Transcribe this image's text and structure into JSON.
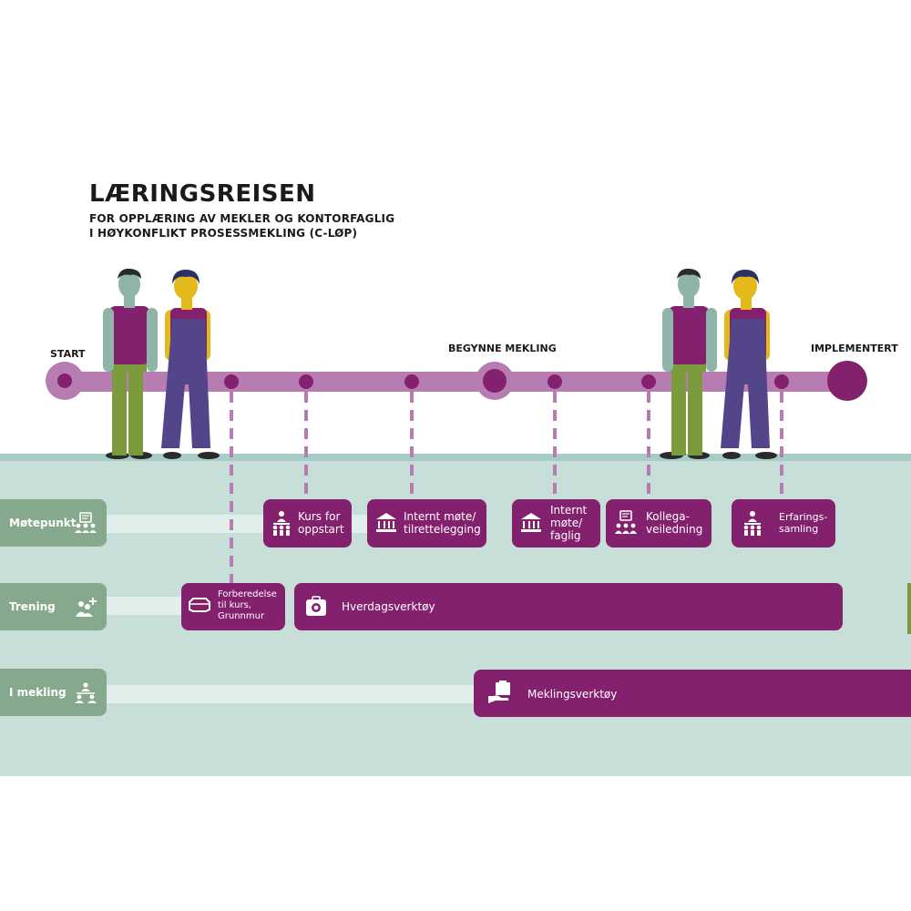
{
  "title": "LÆRINGSREISEN",
  "subtitle_line1": "FOR OPPLÆRING AV MEKLER OG KONTORFAGLIG",
  "subtitle_line2": "I HØYKONFLIKT PROSESSMEKLING (C-LØP)",
  "milestones": {
    "start": "START",
    "begynne": "BEGYNNE MEKLING",
    "implementert": "IMPLEMENTERT"
  },
  "lanes": {
    "motepunkt": "Møtepunkt",
    "trening": "Trening",
    "i_mekling": "I mekling"
  },
  "cards": {
    "kurs_for_oppstart": [
      "Kurs for",
      "oppstart"
    ],
    "internt_mote_tilrettelegging": [
      "Internt møte/",
      "tilrettelegging"
    ],
    "internt_mote_faglig": [
      "Internt",
      "møte/",
      "faglig"
    ],
    "kollegaveiledning": [
      "Kollega-",
      "veiledning"
    ],
    "erfaringssamling": [
      "Erfarings-",
      "samling"
    ],
    "forberedelse": [
      "Forberedelse",
      "til kurs,",
      "Grunnmur"
    ],
    "hverdagsverktoy": "Hverdagsverktøy",
    "meklingsverktoy": "Meklingsverktøy"
  },
  "colors": {
    "timeline": "#b77cb1",
    "purple_dark": "#84216e",
    "ground": "#c7ded9",
    "lane_label": "#86a98e",
    "lane_track": "#e1eeeb"
  },
  "icons": {
    "motepunkt": "meeting-icon",
    "trening": "training-icon",
    "i_mekling": "mediation-icon"
  }
}
